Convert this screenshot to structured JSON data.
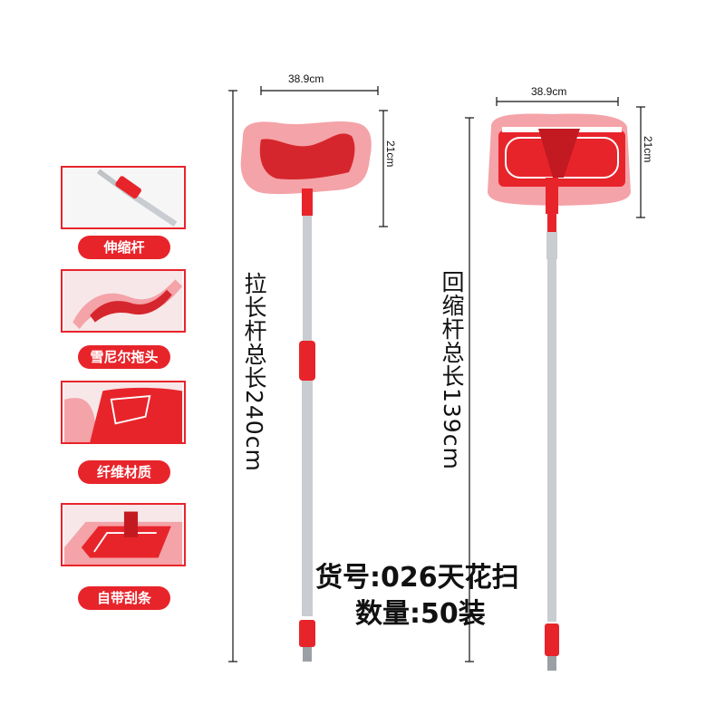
{
  "sidebar": {
    "items": [
      {
        "label": "伸缩杆",
        "icon": "telescopic-pole-photo"
      },
      {
        "label": "雪尼尔拖头",
        "icon": "chenille-mop-head-photo"
      },
      {
        "label": "纤维材质",
        "icon": "fiber-material-photo"
      },
      {
        "label": "自带刮条",
        "icon": "built-in-scraper-photo"
      }
    ]
  },
  "product_left": {
    "width_label": "38.9cm",
    "height_label": "21cm",
    "total_length_label": "拉长杆总长240cm"
  },
  "product_right": {
    "width_label": "38.9cm",
    "height_label": "21cm",
    "total_length_label": "回缩杆总长139cm"
  },
  "info": {
    "item_no": "货号:026天花扫",
    "quantity": "数量:50装"
  },
  "colors": {
    "brand_red": "#e8242b",
    "mop_pink": "#f4a3a8",
    "pole_silver": "#c9ccd0"
  }
}
